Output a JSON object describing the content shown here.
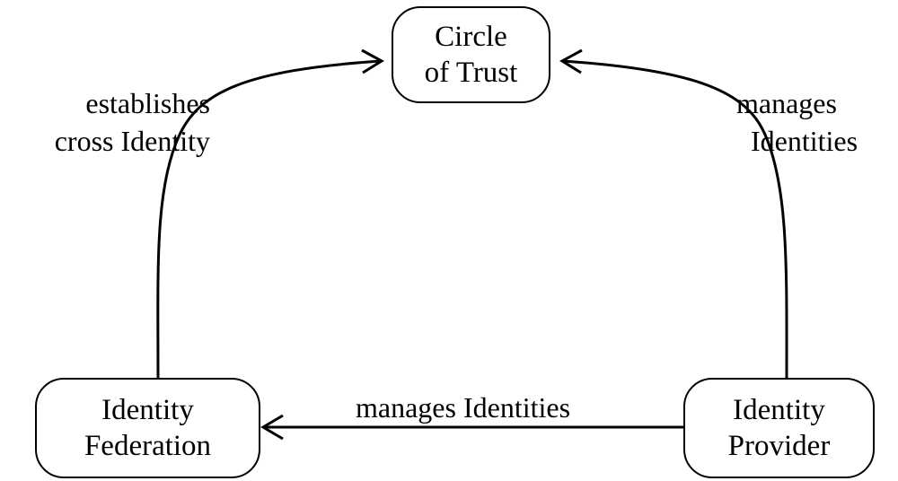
{
  "nodes": {
    "circle_of_trust": {
      "line1": "Circle",
      "line2": "of Trust"
    },
    "identity_federation": {
      "line1": "Identity",
      "line2": "Federation"
    },
    "identity_provider": {
      "line1": "Identity",
      "line2": "Provider"
    }
  },
  "edges": {
    "federation_to_trust": {
      "line1": "establishes",
      "line2": "cross Identity"
    },
    "provider_to_trust": {
      "line1": "manages",
      "line2": "Identities"
    },
    "provider_to_federation": {
      "label": "manages Identities"
    }
  }
}
